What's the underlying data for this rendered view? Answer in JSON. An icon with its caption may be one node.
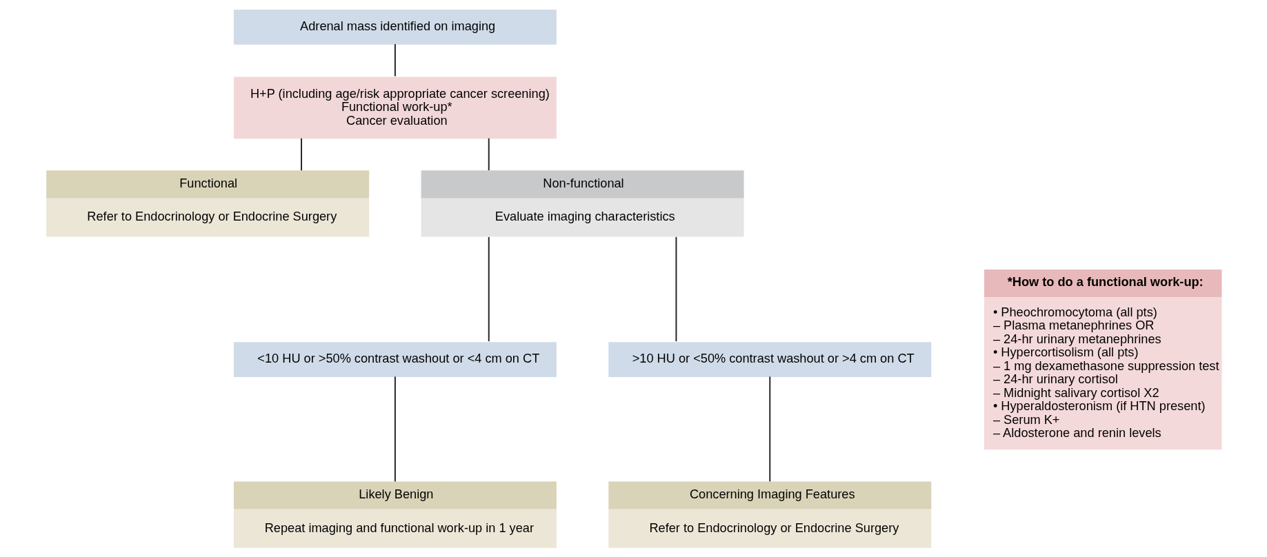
{
  "diagram": {
    "nodes": [
      {
        "text": [
          "Adrenal mass identified on imaging"
        ]
      },
      {
        "text": [
          "H+P (including age/risk appropriate cancer screening)",
          "Functional work-up*",
          "Cancer evaluation"
        ]
      },
      {
        "text": [
          "Functional",
          "Refer to Endocrinology or Endocrine Surgery"
        ]
      },
      {
        "text": [
          "Non-functional",
          "Evaluate imaging characteristics"
        ]
      },
      {
        "text": [
          "<10 HU or >50% contrast washout or <4 cm on CT"
        ]
      },
      {
        "text": [
          ">10 HU or <50% contrast washout or >4 cm on CT"
        ]
      },
      {
        "text": [
          "Likely Benign",
          "Repeat imaging and functional work-up in 1 year"
        ]
      },
      {
        "text": [
          "Concerning Imaging Features",
          "Refer to Endocrinology or Endocrine Surgery"
        ]
      },
      {
        "text": [
          "*How to do a functional work-up:",
          "• Pheochromocytoma (all pts)",
          "– Plasma metanephrines OR",
          "– 24-hr urinary metanephrines",
          "• Hypercortisolism (all pts)",
          "– 1 mg dexamethasone suppression test",
          "– 24-hr urinary cortisol",
          "– Midnight salivary cortisol X2",
          "• Hyperaldosteronism (if HTN present)",
          "– Serum K+",
          "– Aldosterone and renin levels"
        ]
      }
    ],
    "edges": [
      {
        "from": 0,
        "to": 1,
        "arrow": "none"
      },
      {
        "from": 1,
        "to": 2,
        "arrow": "none"
      },
      {
        "from": 1,
        "to": 3,
        "arrow": "none"
      },
      {
        "from": 3,
        "to": 4,
        "arrow": "none"
      },
      {
        "from": 3,
        "to": 5,
        "arrow": "none"
      },
      {
        "from": 4,
        "to": 6,
        "arrow": "none"
      },
      {
        "from": 5,
        "to": 7,
        "arrow": "none"
      }
    ]
  }
}
